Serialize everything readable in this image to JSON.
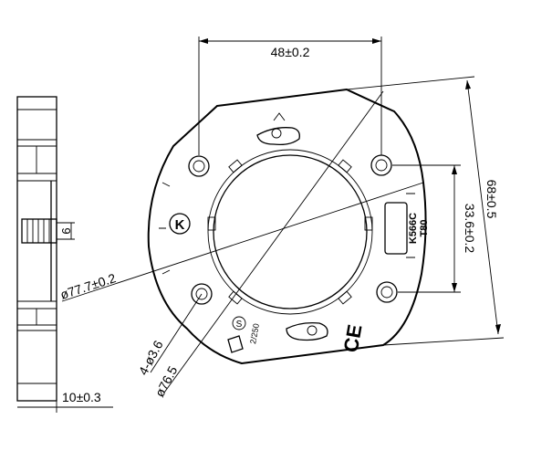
{
  "dimensions": {
    "hole_spacing": "48±0.2",
    "outer_height": "68±0.5",
    "hole_vertical_spacing": "33.6±0.2",
    "outer_diameter": "ø77.7±0.2",
    "mounting_holes": "4-ø3.6",
    "inner_diameter": "ø76.5",
    "side_height": "9",
    "thickness": "10±0.3"
  },
  "markings": {
    "model": "K566C",
    "temp": "T80",
    "brand": "K",
    "ce": "CE",
    "rating": "2/250",
    "safety": "S"
  },
  "colors": {
    "line": "#000000",
    "background": "#ffffff"
  }
}
